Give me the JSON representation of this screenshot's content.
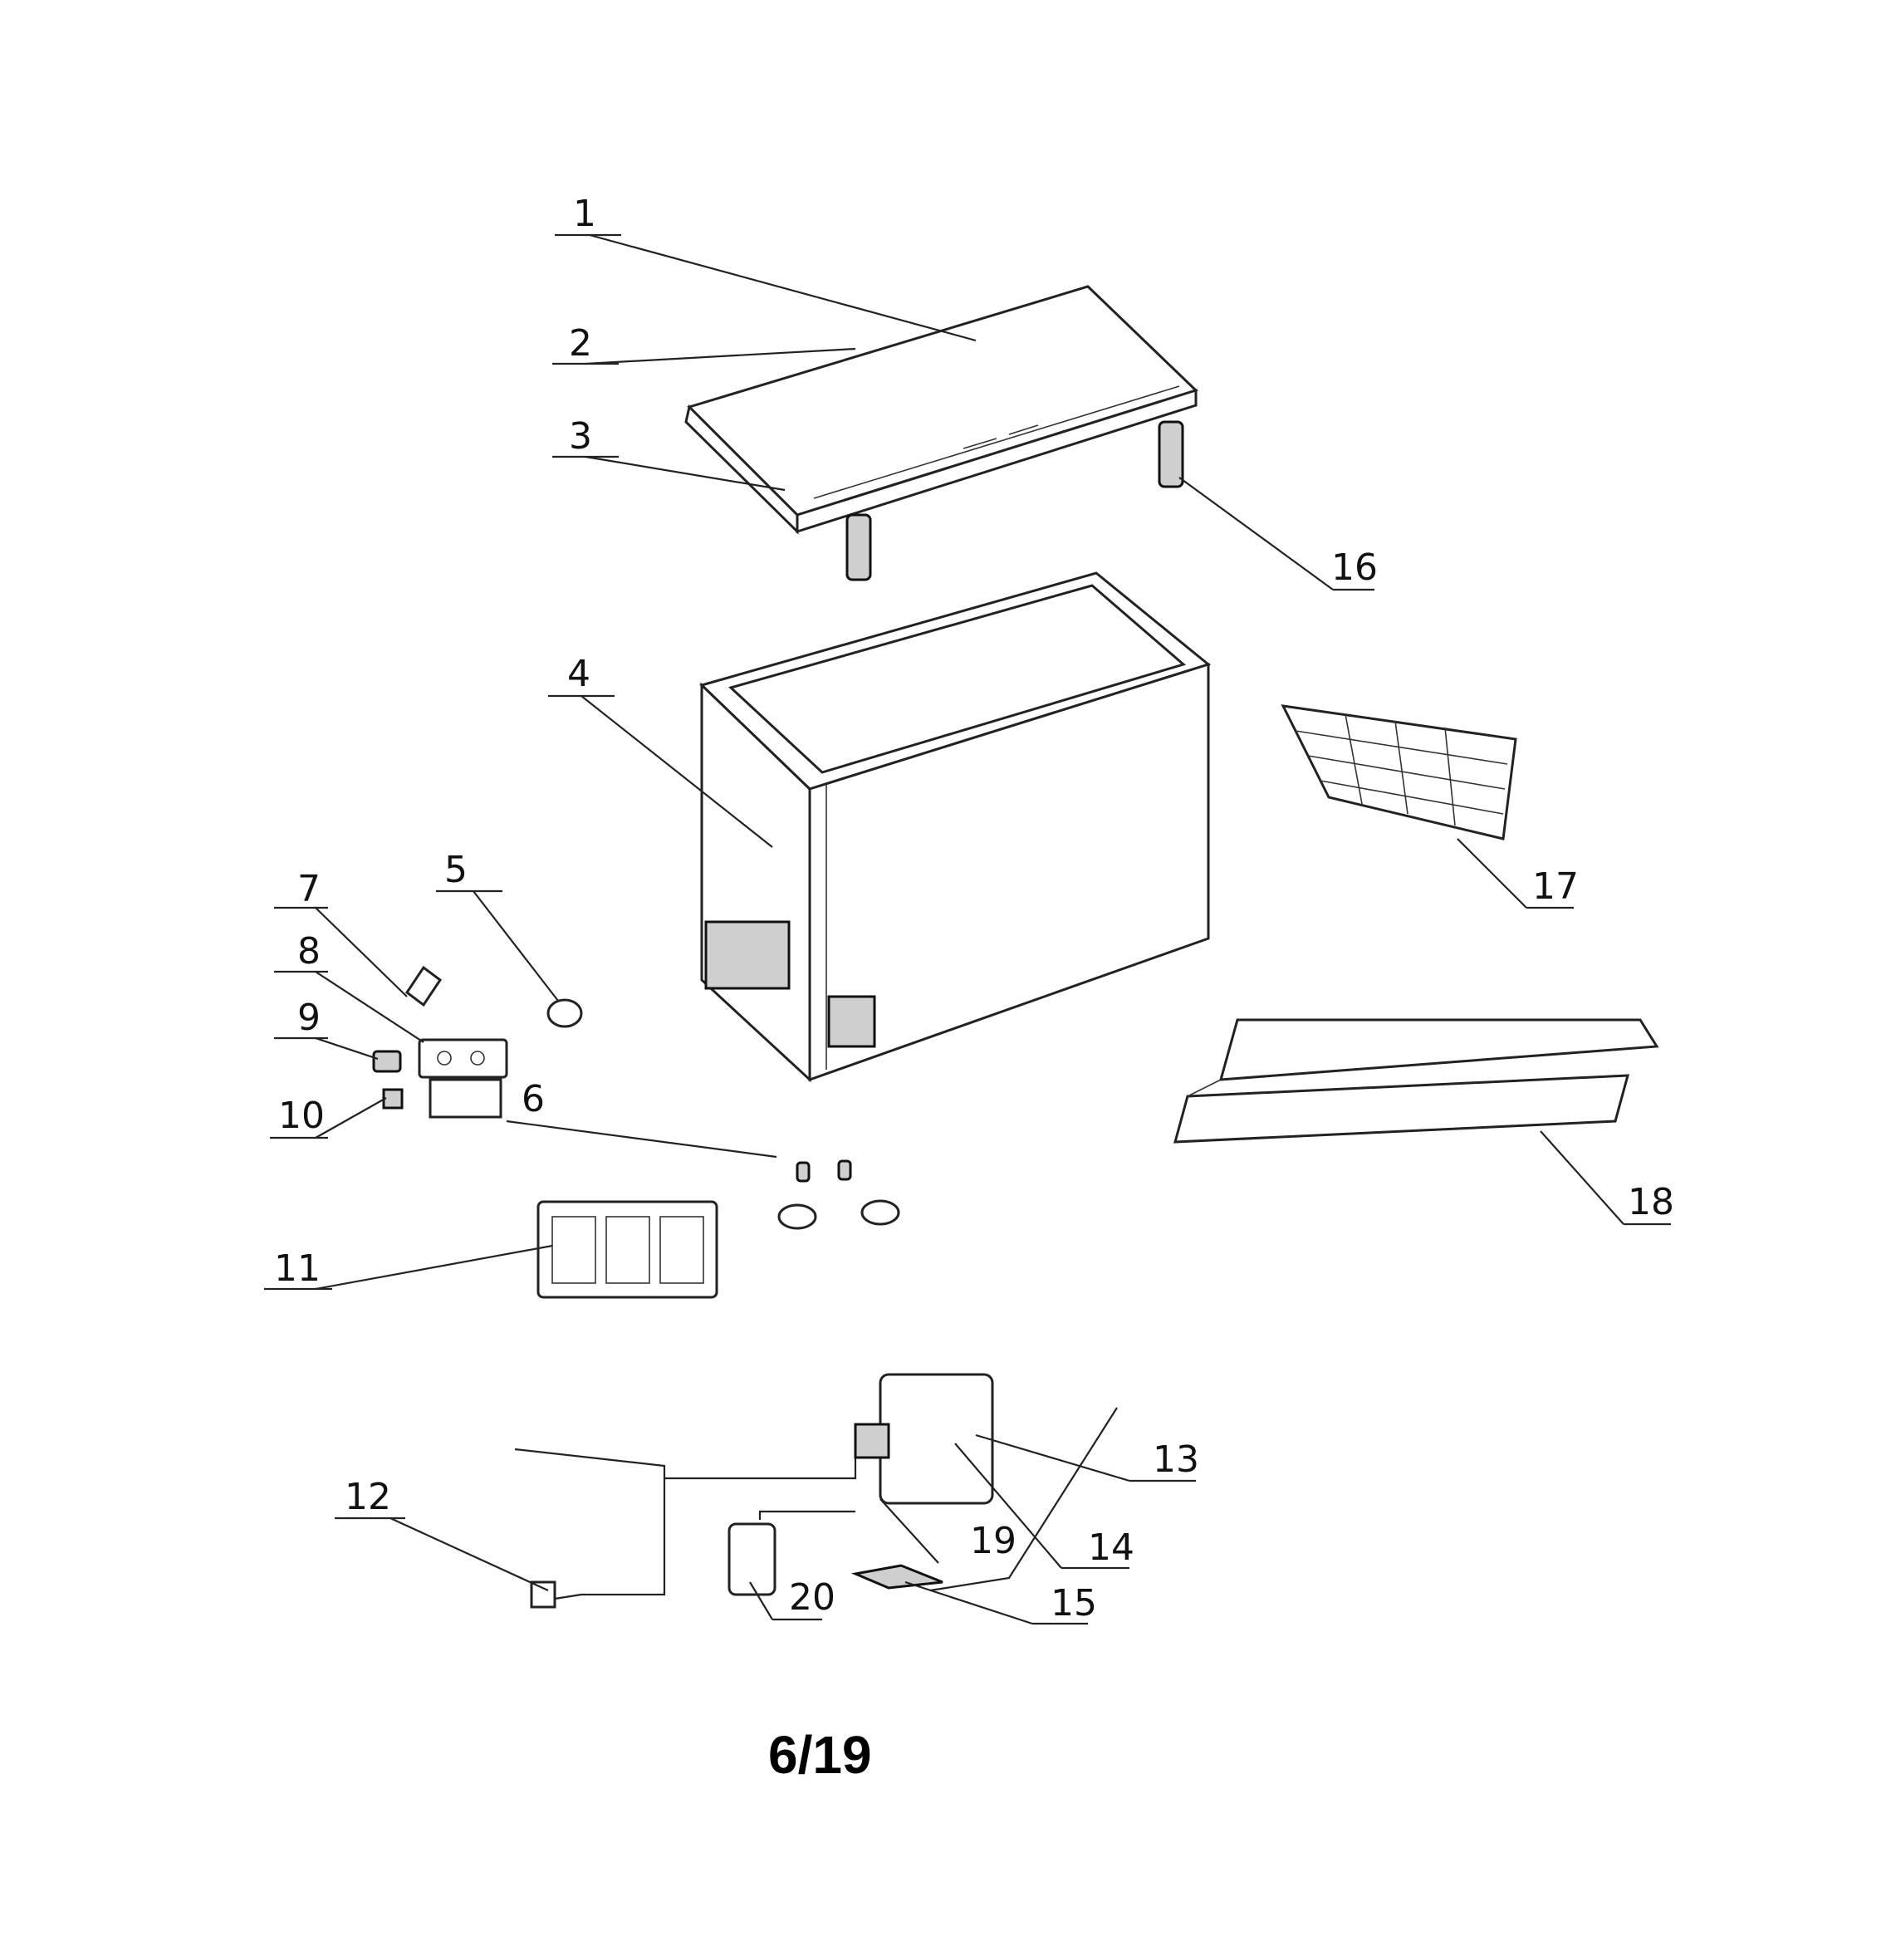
{
  "diagram": {
    "callouts": [
      {
        "id": "1",
        "text": "1"
      },
      {
        "id": "2",
        "text": "2"
      },
      {
        "id": "3",
        "text": "3"
      },
      {
        "id": "4",
        "text": "4"
      },
      {
        "id": "5",
        "text": "5"
      },
      {
        "id": "6",
        "text": "6"
      },
      {
        "id": "7",
        "text": "7"
      },
      {
        "id": "8",
        "text": "8"
      },
      {
        "id": "9",
        "text": "9"
      },
      {
        "id": "10",
        "text": "10"
      },
      {
        "id": "11",
        "text": "11"
      },
      {
        "id": "12",
        "text": "12"
      },
      {
        "id": "13",
        "text": "13"
      },
      {
        "id": "14",
        "text": "14"
      },
      {
        "id": "15",
        "text": "15"
      },
      {
        "id": "16",
        "text": "16"
      },
      {
        "id": "17",
        "text": "17"
      },
      {
        "id": "18",
        "text": "18"
      },
      {
        "id": "19",
        "text": "19"
      },
      {
        "id": "20",
        "text": "20"
      }
    ],
    "page_number": "6/19"
  }
}
